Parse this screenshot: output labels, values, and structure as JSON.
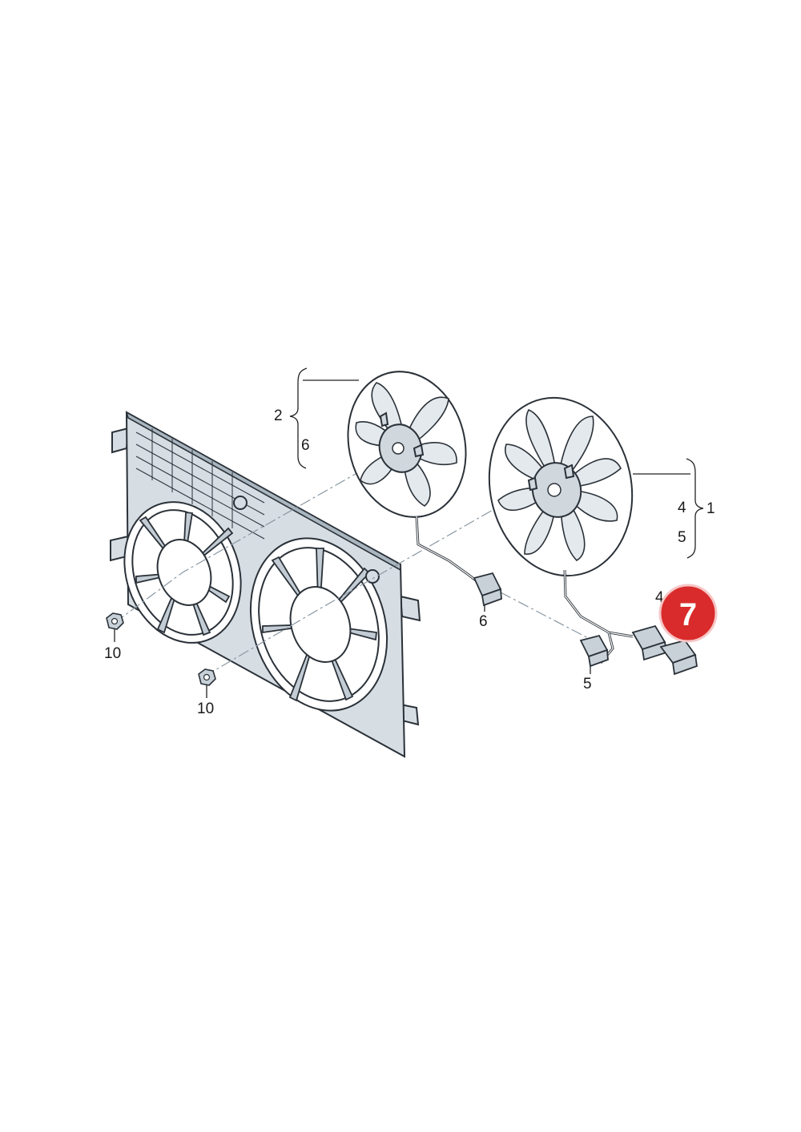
{
  "labels": {
    "fan1_upper": "2",
    "fan1_lower": "6",
    "fan2_upper": "4",
    "fan2_lower": "5",
    "fan2_group": "1",
    "connector_6": "6",
    "connector_5": "5",
    "connector_4": "4",
    "nut_left": "10",
    "nut_bottom": "10"
  },
  "badge": {
    "number": "7",
    "color": "#d92b2b"
  },
  "colors": {
    "line": "#2a3138",
    "shroud": "#d6dde3",
    "dashed_axis": "#8a98a3"
  }
}
